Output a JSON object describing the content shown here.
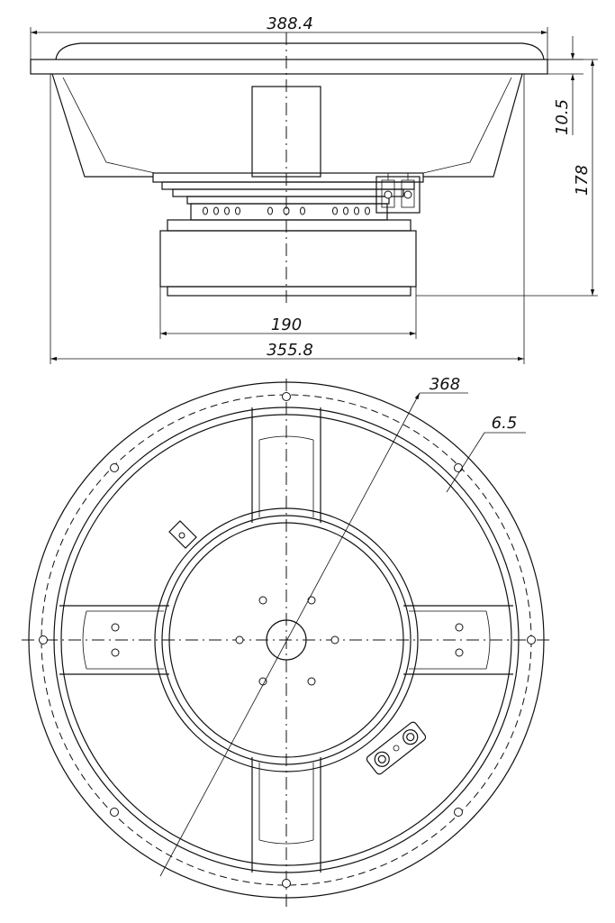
{
  "dimensions": {
    "outer_diameter": "388.4",
    "flange_thickness": "10.5",
    "overall_depth": "178",
    "magnet_diameter": "190",
    "basket_diameter": "355.8",
    "bolt_circle": "368",
    "mount_hole": "6.5"
  },
  "colors": {
    "line": "#111111",
    "background": "#ffffff"
  }
}
